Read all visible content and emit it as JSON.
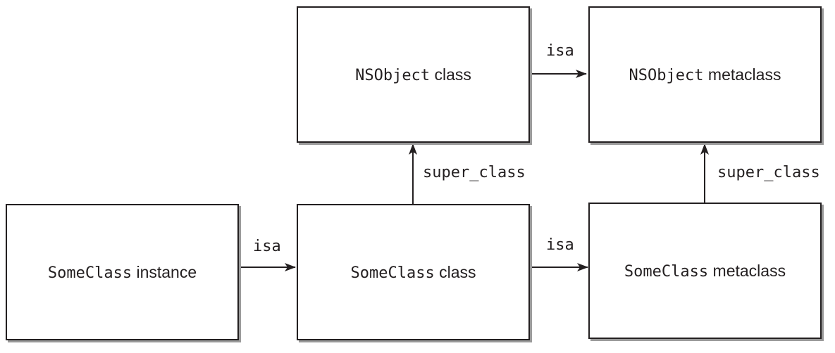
{
  "boxes": {
    "nsobject_class": {
      "code": "NSObject",
      "text": " class"
    },
    "nsobject_metaclass": {
      "code": "NSObject",
      "text": " metaclass"
    },
    "someclass_instance": {
      "code": "SomeClass",
      "text": " instance"
    },
    "someclass_class": {
      "code": "SomeClass",
      "text": " class"
    },
    "someclass_metaclass": {
      "code": "SomeClass",
      "text": " metaclass"
    }
  },
  "edges": {
    "isa_nsobject": "isa",
    "isa_instance": "isa",
    "isa_someclass": "isa",
    "super_class_class": "super_class",
    "super_class_metaclass": "super_class"
  },
  "colors": {
    "stroke": "#231f20",
    "shadow": "#9a9a9a",
    "background": "#ffffff"
  }
}
